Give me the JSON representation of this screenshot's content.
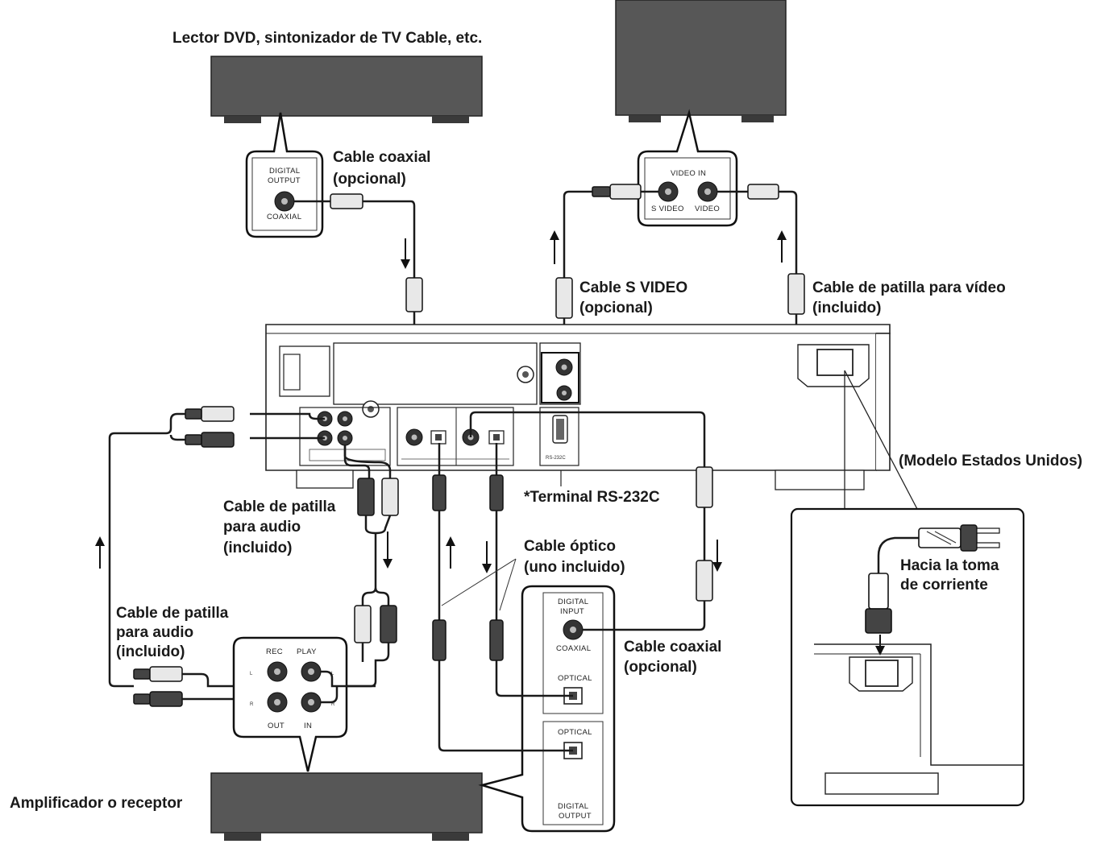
{
  "labels": {
    "source_device": "Lector DVD, sintonizador de TV Cable, etc.",
    "coax_top_1": "Cable coaxial",
    "coax_top_2": "(opcional)",
    "svideo_1": "Cable S VIDEO",
    "svideo_2": "(opcional)",
    "video_pin_1": "Cable de patilla para vídeo",
    "video_pin_2": "(incluido)",
    "model": "(Modelo Estados Unidos)",
    "rs232": "*Terminal RS-232C",
    "audio_pin_a_1": "Cable de patilla",
    "audio_pin_a_2": "para audio",
    "audio_pin_a_3": "(incluido)",
    "optical_1": "Cable óptico",
    "optical_2": "(uno incluido)",
    "power_1": "Hacia la toma",
    "power_2": "de corriente",
    "audio_pin_b_1": "Cable de patilla",
    "audio_pin_b_2": "para audio",
    "audio_pin_b_3": "(incluido)",
    "coax_bottom_1": "Cable coaxial",
    "coax_bottom_2": "(opcional)",
    "amplifier": "Amplificador o receptor"
  },
  "panels": {
    "source_digital": "DIGITAL",
    "source_output": "OUTPUT",
    "source_coaxial": "COAXIAL",
    "tv_video_in": "VIDEO IN",
    "tv_svideo": "S VIDEO",
    "tv_video": "VIDEO",
    "amp_rec": "REC",
    "amp_play": "PLAY",
    "amp_out": "OUT",
    "amp_in": "IN",
    "amp_l": "L",
    "amp_r": "R",
    "din_digital": "DIGITAL",
    "din_input": "INPUT",
    "din_coaxial": "COAXIAL",
    "din_optical": "OPTICAL",
    "dout_optical": "OPTICAL",
    "dout_digital": "DIGITAL",
    "dout_output": "OUTPUT"
  }
}
